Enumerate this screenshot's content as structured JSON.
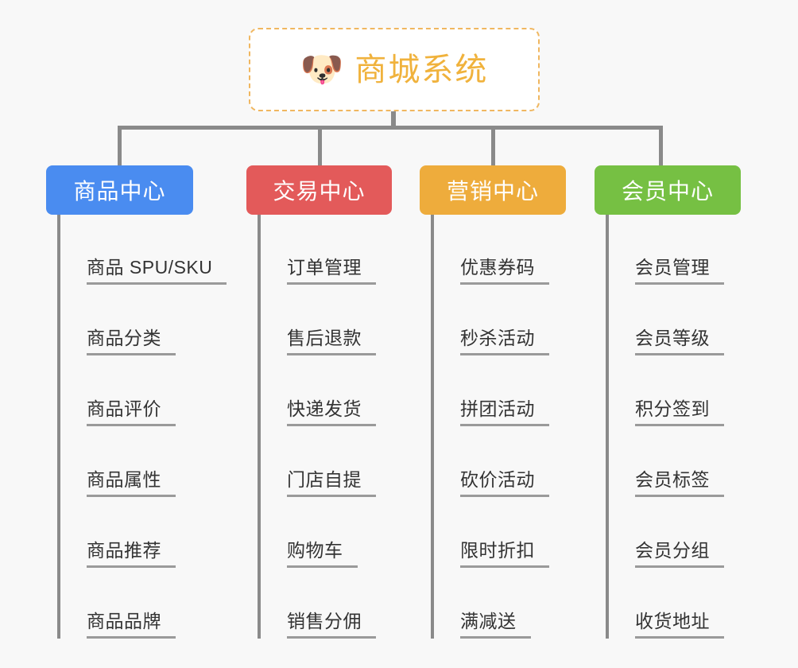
{
  "background_color": "#f8f8f8",
  "root": {
    "icon": "dog-face-emoji",
    "emoji": "🐶",
    "title": "商城系统",
    "title_color": "#f0b23c",
    "border_color": "#f0b760"
  },
  "categories": [
    {
      "label": "商品中心",
      "color": "#4a8cf0",
      "items": [
        "商品 SPU/SKU",
        "商品分类",
        "商品评价",
        "商品属性",
        "商品推荐",
        "商品品牌"
      ]
    },
    {
      "label": "交易中心",
      "color": "#e35a5a",
      "items": [
        "订单管理",
        "售后退款",
        "快递发货",
        "门店自提",
        "购物车",
        "销售分佣"
      ]
    },
    {
      "label": "营销中心",
      "color": "#eeac3c",
      "items": [
        "优惠券码",
        "秒杀活动",
        "拼团活动",
        "砍价活动",
        "限时折扣",
        "满减送"
      ]
    },
    {
      "label": "会员中心",
      "color": "#76c043",
      "items": [
        "会员管理",
        "会员等级",
        "积分签到",
        "会员标签",
        "会员分组",
        "收货地址"
      ]
    }
  ]
}
